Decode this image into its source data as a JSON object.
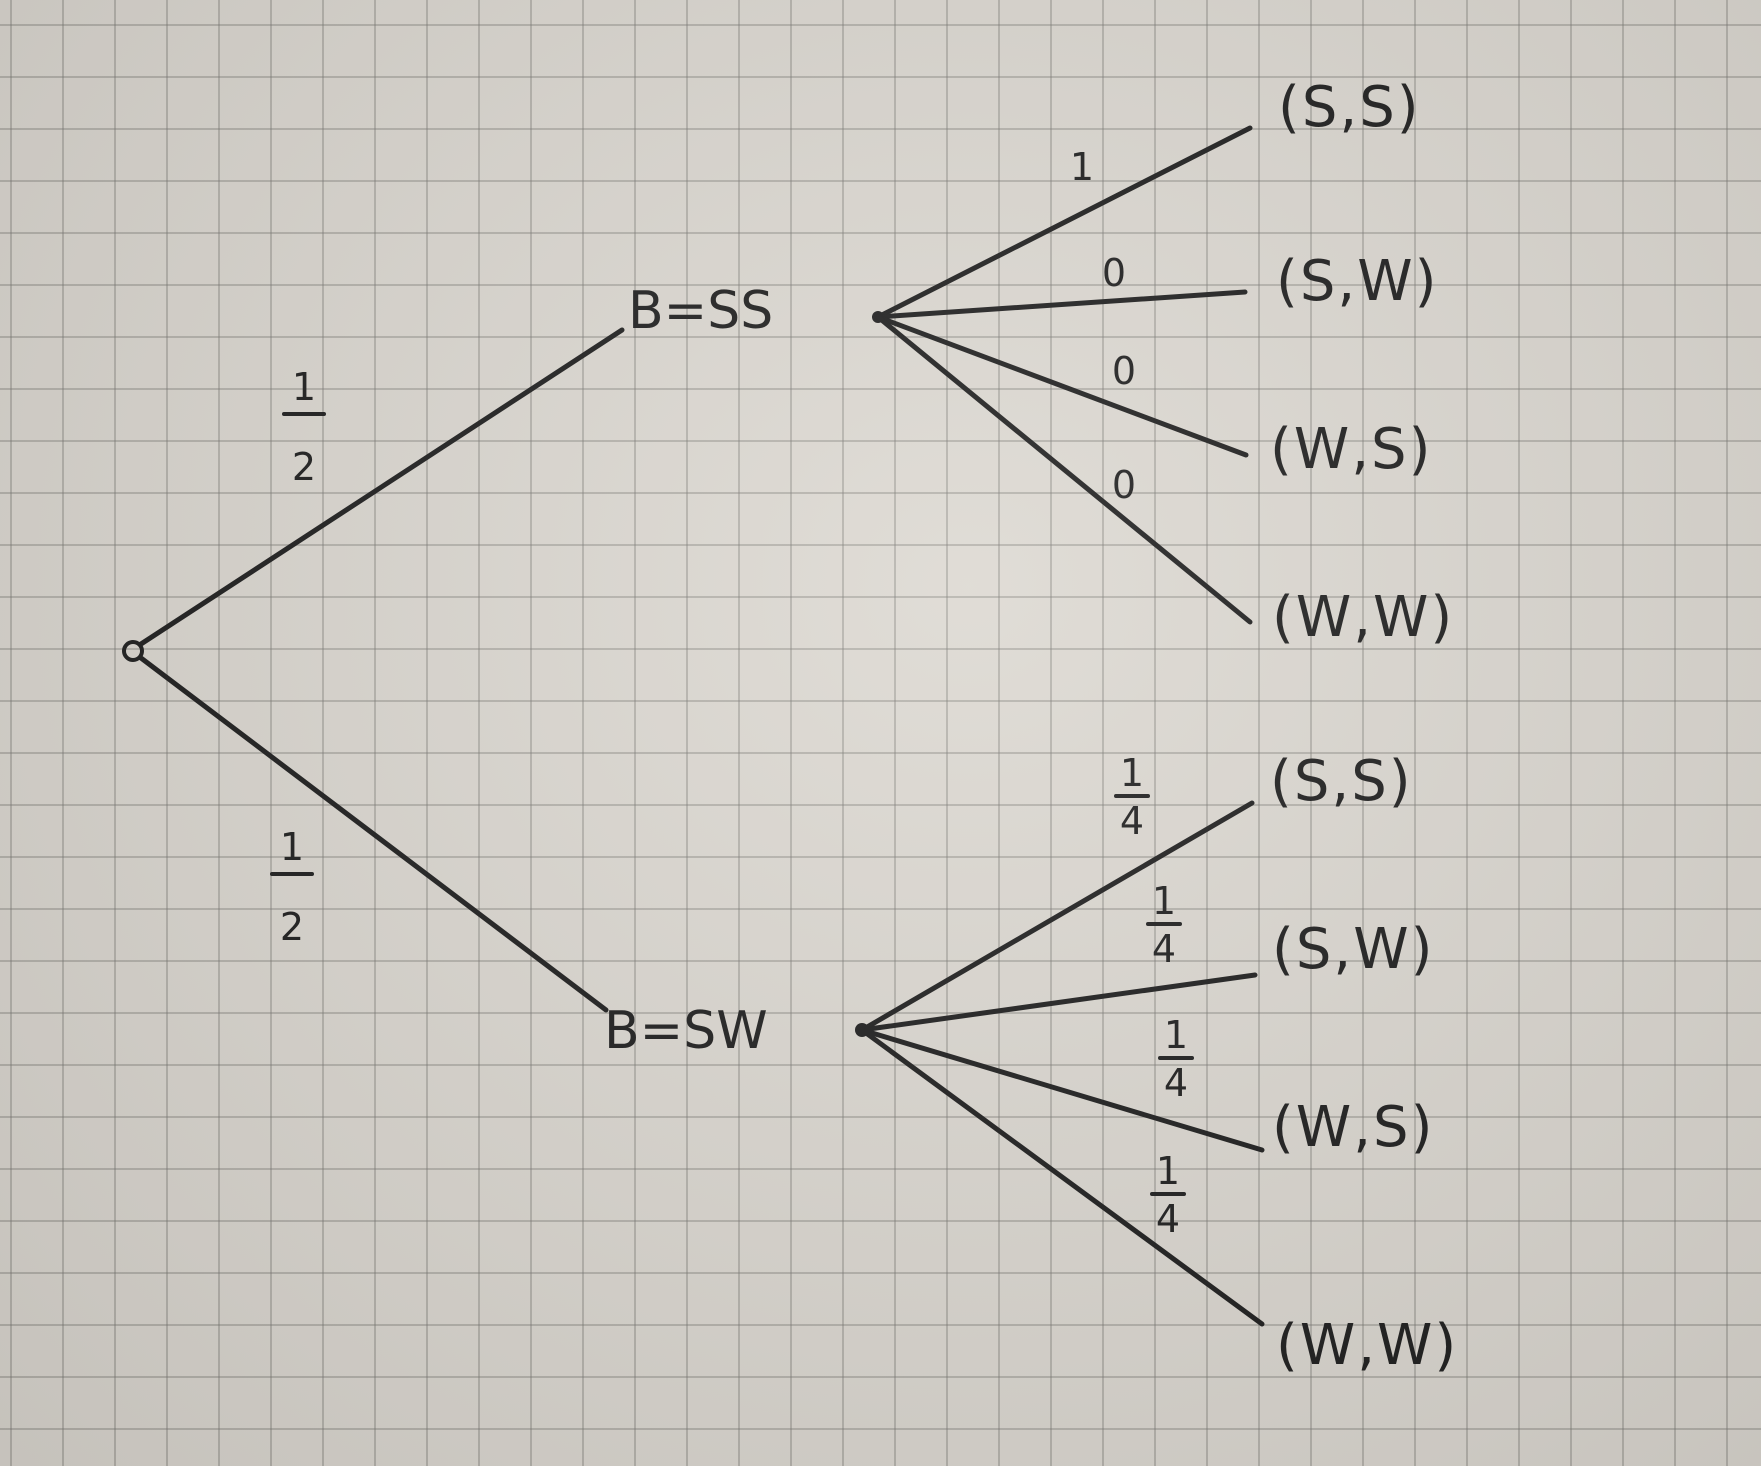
{
  "root": {
    "children": [
      {
        "label": "B=SS",
        "prob": {
          "num": "1",
          "den": "2"
        },
        "leaves": [
          {
            "label": "(S,S)",
            "prob": "1"
          },
          {
            "label": "(S,W)",
            "prob": "0"
          },
          {
            "label": "(W,S)",
            "prob": "0"
          },
          {
            "label": "(W,W)",
            "prob": "0"
          }
        ]
      },
      {
        "label": "B=SW",
        "prob": {
          "num": "1",
          "den": "2"
        },
        "leaves": [
          {
            "label": "(S,S)",
            "prob": {
              "num": "1",
              "den": "4"
            }
          },
          {
            "label": "(S,W)",
            "prob": {
              "num": "1",
              "den": "4"
            }
          },
          {
            "label": "(W,S)",
            "prob": {
              "num": "1",
              "den": "4"
            }
          },
          {
            "label": "(W,W)",
            "prob": {
              "num": "1",
              "den": "4"
            }
          }
        ]
      }
    ]
  },
  "colors": {
    "ink": "#1c1c1c",
    "paper": "#dcd8d1",
    "grid": "#787672"
  }
}
